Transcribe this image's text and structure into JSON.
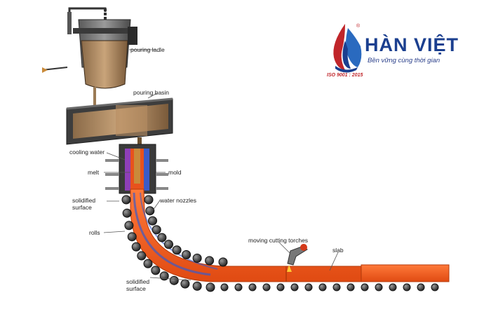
{
  "diagram": {
    "labels": {
      "pouring_ladle": "pouring ladle",
      "pouring_basin": "pouring basin",
      "cooling_water": "cooling water",
      "melt": "melt",
      "mold": "mold",
      "solidified_surface_top": "solidified surface",
      "water_nozzles": "water nozzles",
      "rolls": "rolls",
      "solidified_surface_bottom": "solidified surface",
      "moving_cutting_torches": "moving cutting torches",
      "slab": "slab"
    }
  },
  "logo": {
    "brand": "HÀN VIỆT",
    "tagline": "Bền vững cùng thời gian",
    "iso": "ISO 9001 : 2015",
    "registered": "®"
  },
  "colors": {
    "steel": "#e8521c",
    "slab": "#f05a22",
    "machine_dark": "#3a3a3a",
    "molten": "#a8825a",
    "water": "#3a5bc8",
    "logo_blue": "#1b3f8f",
    "logo_red": "#c0252a"
  }
}
